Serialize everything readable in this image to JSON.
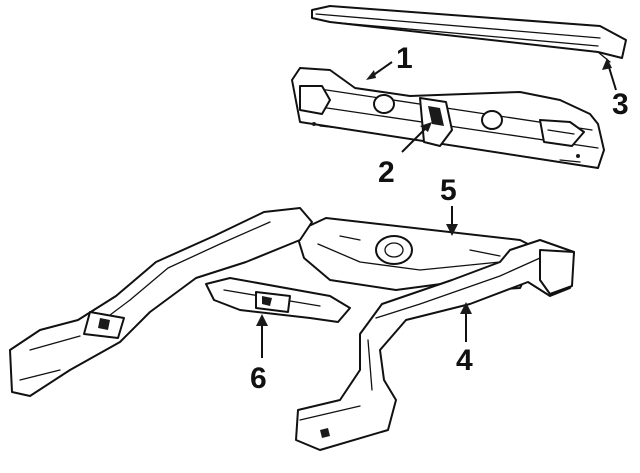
{
  "callouts": {
    "c1": "1",
    "c2": "2",
    "c3": "3",
    "c4": "4",
    "c5": "5",
    "c6": "6"
  },
  "colors": {
    "ink": "#111111",
    "paper": "#ffffff"
  }
}
